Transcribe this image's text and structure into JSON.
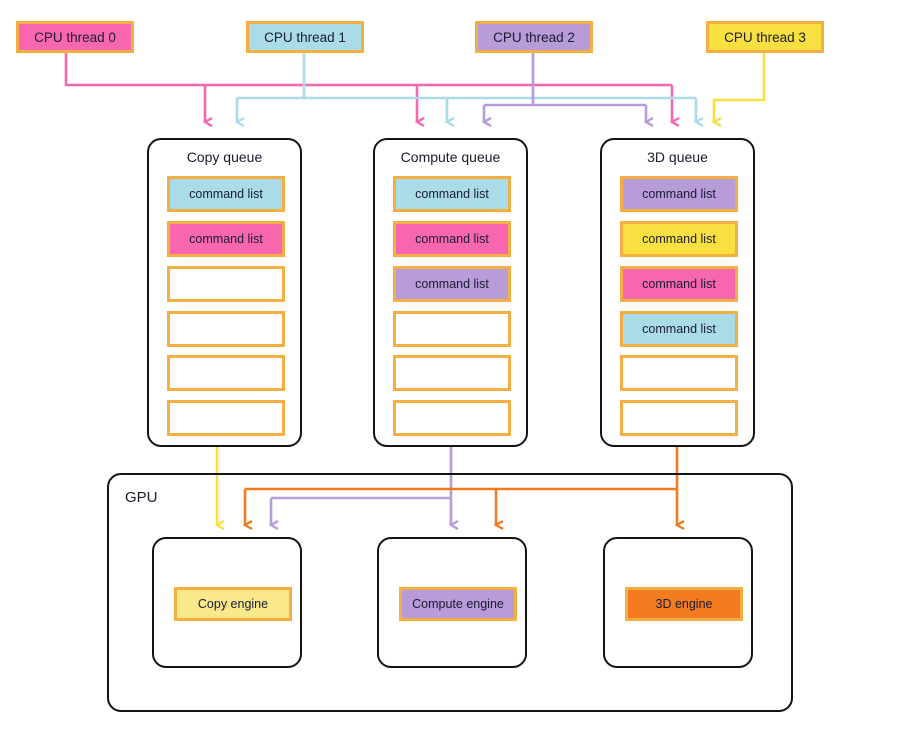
{
  "palette": {
    "pink": "#F767B0",
    "cyan": "#A9DCE8",
    "purple": "#B89BD9",
    "yellow": "#F7E040",
    "orange_fill": "#F47C20",
    "orange_border": "#F5AE42",
    "copy_engine_fill": "#FAE98A",
    "outline": "#141414",
    "background": "#FFFFFF"
  },
  "cpu_threads": [
    {
      "label": "CPU thread 0",
      "color": "#F767B0"
    },
    {
      "label": "CPU thread 1",
      "color": "#A9DCE8"
    },
    {
      "label": "CPU thread 2",
      "color": "#B89BD9"
    },
    {
      "label": "CPU thread 3",
      "color": "#F7E040"
    }
  ],
  "queues": [
    {
      "title": "Copy queue",
      "slots": [
        {
          "label": "command list",
          "color": "#A9DCE8",
          "filled": true
        },
        {
          "label": "command list",
          "color": "#F767B0",
          "filled": true
        },
        {
          "label": "",
          "color": "#FFFFFF",
          "filled": false
        },
        {
          "label": "",
          "color": "#FFFFFF",
          "filled": false
        },
        {
          "label": "",
          "color": "#FFFFFF",
          "filled": false
        },
        {
          "label": "",
          "color": "#FFFFFF",
          "filled": false
        }
      ]
    },
    {
      "title": "Compute queue",
      "slots": [
        {
          "label": "command list",
          "color": "#A9DCE8",
          "filled": true
        },
        {
          "label": "command list",
          "color": "#F767B0",
          "filled": true
        },
        {
          "label": "command list",
          "color": "#B89BD9",
          "filled": true
        },
        {
          "label": "",
          "color": "#FFFFFF",
          "filled": false
        },
        {
          "label": "",
          "color": "#FFFFFF",
          "filled": false
        },
        {
          "label": "",
          "color": "#FFFFFF",
          "filled": false
        }
      ]
    },
    {
      "title": "3D queue",
      "slots": [
        {
          "label": "command list",
          "color": "#B89BD9",
          "filled": true
        },
        {
          "label": "command list",
          "color": "#F7E040",
          "filled": true
        },
        {
          "label": "command list",
          "color": "#F767B0",
          "filled": true
        },
        {
          "label": "command list",
          "color": "#A9DCE8",
          "filled": true
        },
        {
          "label": "",
          "color": "#FFFFFF",
          "filled": false
        },
        {
          "label": "",
          "color": "#FFFFFF",
          "filled": false
        }
      ]
    }
  ],
  "gpu": {
    "label": "GPU",
    "engines": [
      {
        "label": "Copy engine",
        "color": "#FAE98A"
      },
      {
        "label": "Compute engine",
        "color": "#B89BD9"
      },
      {
        "label": "3D engine",
        "color": "#F47C20"
      }
    ]
  },
  "connections": {
    "thread_to_queue": [
      {
        "from": "CPU thread 0",
        "to": "Copy queue",
        "color": "#F767B0"
      },
      {
        "from": "CPU thread 0",
        "to": "Compute queue",
        "color": "#F767B0"
      },
      {
        "from": "CPU thread 0",
        "to": "3D queue",
        "color": "#F767B0"
      },
      {
        "from": "CPU thread 1",
        "to": "Copy queue",
        "color": "#A9DCE8"
      },
      {
        "from": "CPU thread 1",
        "to": "Compute queue",
        "color": "#A9DCE8"
      },
      {
        "from": "CPU thread 1",
        "to": "3D queue",
        "color": "#A9DCE8"
      },
      {
        "from": "CPU thread 2",
        "to": "Compute queue",
        "color": "#B89BD9"
      },
      {
        "from": "CPU thread 2",
        "to": "3D queue",
        "color": "#B89BD9"
      },
      {
        "from": "CPU thread 3",
        "to": "3D queue",
        "color": "#F7E040"
      }
    ],
    "queue_to_engine": [
      {
        "from": "Copy queue",
        "to": "Copy engine",
        "color": "#F7E040"
      },
      {
        "from": "Compute queue",
        "to": "Copy engine",
        "color": "#B89BD9"
      },
      {
        "from": "Compute queue",
        "to": "Compute engine",
        "color": "#B89BD9"
      },
      {
        "from": "3D queue",
        "to": "Copy engine",
        "color": "#F47C20"
      },
      {
        "from": "3D queue",
        "to": "Compute engine",
        "color": "#F47C20"
      },
      {
        "from": "3D queue",
        "to": "3D engine",
        "color": "#F47C20"
      }
    ]
  }
}
